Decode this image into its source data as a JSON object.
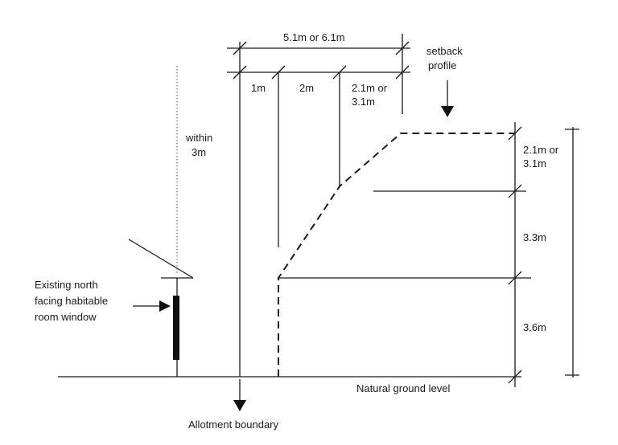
{
  "labels": {
    "dim_total": "5.1m or 6.1m",
    "dim_1m": "1m",
    "dim_2m": "2m",
    "dim_upper_a": "2.1m or",
    "dim_upper_b": "3.1m",
    "setback_a": "setback",
    "setback_b": "profile",
    "within_a": "within",
    "within_b": "3m",
    "right_top_a": "2.1m or",
    "right_top_b": "3.1m",
    "right_mid": "3.3m",
    "right_low": "3.6m",
    "window_a": "Existing north",
    "window_b": "facing habitable",
    "window_c": "room window",
    "ground": "Natural ground level",
    "boundary": "Allotment boundary"
  }
}
